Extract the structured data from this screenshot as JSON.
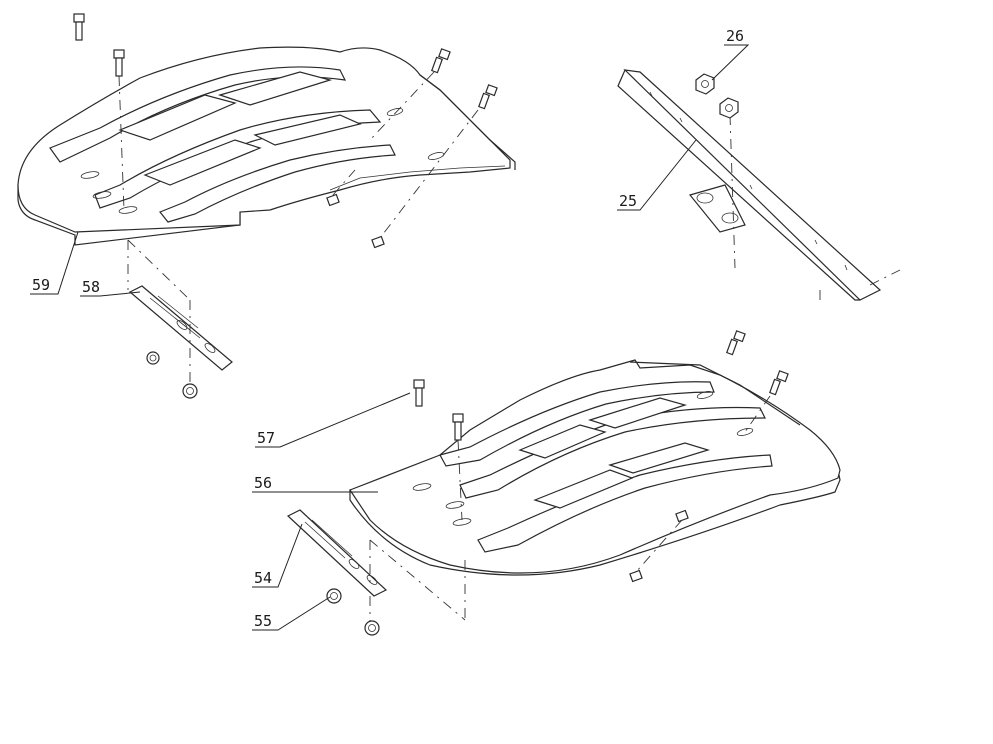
{
  "callouts": [
    {
      "id": "c59",
      "label": "59"
    },
    {
      "id": "c58",
      "label": "58"
    },
    {
      "id": "c26",
      "label": "26"
    },
    {
      "id": "c25",
      "label": "25"
    },
    {
      "id": "c57",
      "label": "57"
    },
    {
      "id": "c56",
      "label": "56"
    },
    {
      "id": "c54",
      "label": "54"
    },
    {
      "id": "c55",
      "label": "55"
    }
  ],
  "colors": {
    "line": "#2a2a2a",
    "background": "#ffffff"
  }
}
